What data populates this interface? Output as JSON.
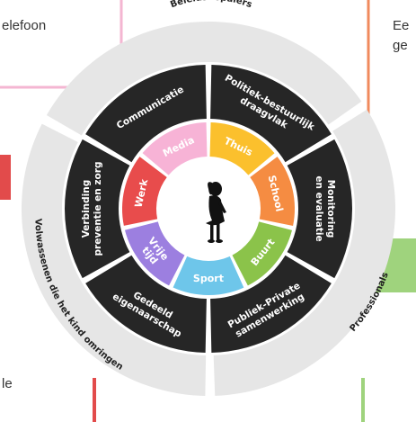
{
  "background_fragments": {
    "top_left": "elefoon",
    "top_right_line1": "Ee",
    "top_right_line2": "ge",
    "bottom_left": "le"
  },
  "outer_ring": {
    "top": "Beleidsbepalers",
    "left": "Volwassenen die het kind omringen",
    "right": "Professionals"
  },
  "middle_ring": [
    {
      "key": "communicatie",
      "lines": [
        "Communicatie"
      ]
    },
    {
      "key": "politiek",
      "lines": [
        "Politiek-bestuurlijk",
        "draagvlak"
      ]
    },
    {
      "key": "monitoring",
      "lines": [
        "Monitoring",
        "en evaluatie"
      ]
    },
    {
      "key": "publiek",
      "lines": [
        "Publiek-Private",
        "samenwerking"
      ]
    },
    {
      "key": "eigenaarschap",
      "lines": [
        "Gedeeld",
        "eigenaarschap"
      ]
    },
    {
      "key": "verbinding",
      "lines": [
        "Verbinding",
        "preventie en zorg"
      ]
    }
  ],
  "inner_ring": [
    {
      "key": "media",
      "label": "Media",
      "color": "#f7b3d6"
    },
    {
      "key": "thuis",
      "label": "Thuis",
      "color": "#fbc02d"
    },
    {
      "key": "school",
      "label": "School",
      "color": "#f58c42"
    },
    {
      "key": "buurt",
      "label": "Buurt",
      "color": "#8bc34a"
    },
    {
      "key": "sport",
      "label": "Sport",
      "color": "#6ec6ea"
    },
    {
      "key": "vrije_tijd",
      "label": "Vrije tijd",
      "color": "#9c7fe0"
    },
    {
      "key": "werk",
      "label": "Werk",
      "color": "#e84c4c"
    }
  ],
  "colors": {
    "outer_ring": "#e6e6e6",
    "middle_ring": "#262626",
    "line_pink": "#f4b6d2",
    "line_orange": "#f08a5d",
    "line_red": "#e24b4b",
    "line_green": "#9fd37d",
    "child_silhouette": "#111111"
  }
}
